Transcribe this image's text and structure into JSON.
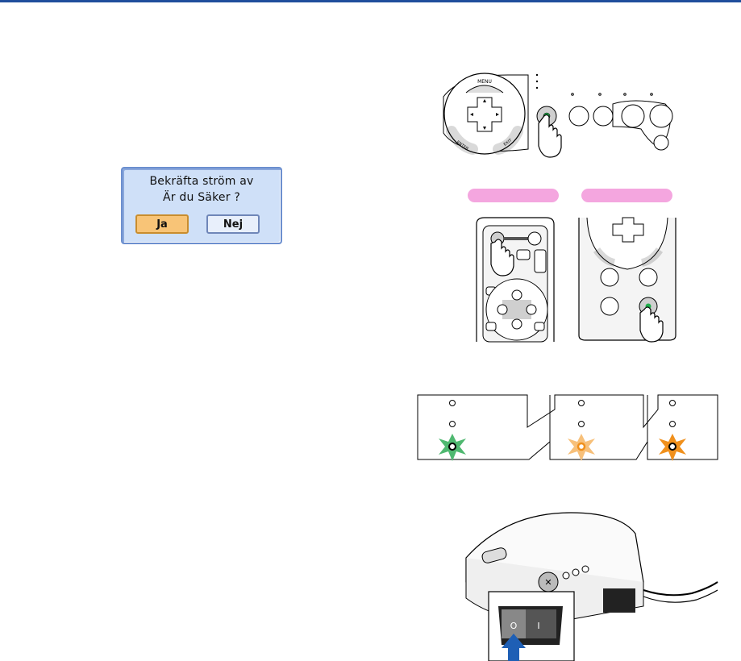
{
  "dialog": {
    "line1": "Bekräfta ström av",
    "line2": "Är du Säker ?",
    "yes_label": "Ja",
    "no_label": "Nej"
  },
  "panel": {
    "menu_label": "MENU",
    "enter_label": "ENTER",
    "exit_label": "EXIT"
  },
  "switch": {
    "off_symbol": "O",
    "on_symbol": "I"
  },
  "colors": {
    "accent": "#1f4e9c",
    "dialog_bg": "#cfe0f8",
    "yes_button": "#f8c477",
    "pill": "#f4a6df",
    "power_led": "#1fae4a",
    "orange_led": "#f0901c",
    "arrow": "#1e5fb5"
  }
}
